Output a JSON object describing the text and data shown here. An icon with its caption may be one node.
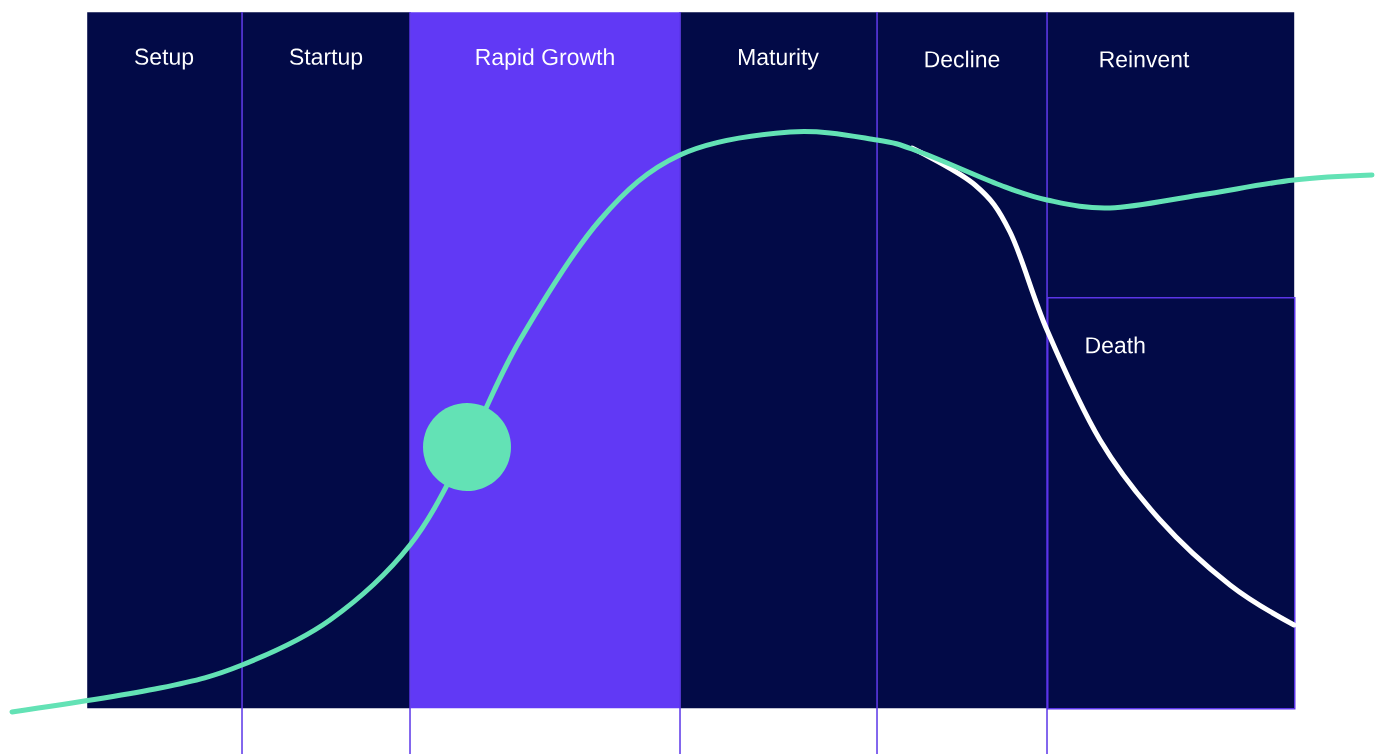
{
  "diagram": {
    "nodes": [
      {
        "text": [
          "Setup"
        ]
      },
      {
        "text": [
          "Startup"
        ]
      },
      {
        "text": [
          "Rapid Growth"
        ]
      },
      {
        "text": [
          "Maturity"
        ]
      },
      {
        "text": [
          "Decline"
        ]
      },
      {
        "text": [
          "Reinvent"
        ]
      },
      {
        "text": [
          "Death"
        ]
      },
      {
        "text": [],
        "shape": "circle",
        "in": 2
      }
    ]
  }
}
